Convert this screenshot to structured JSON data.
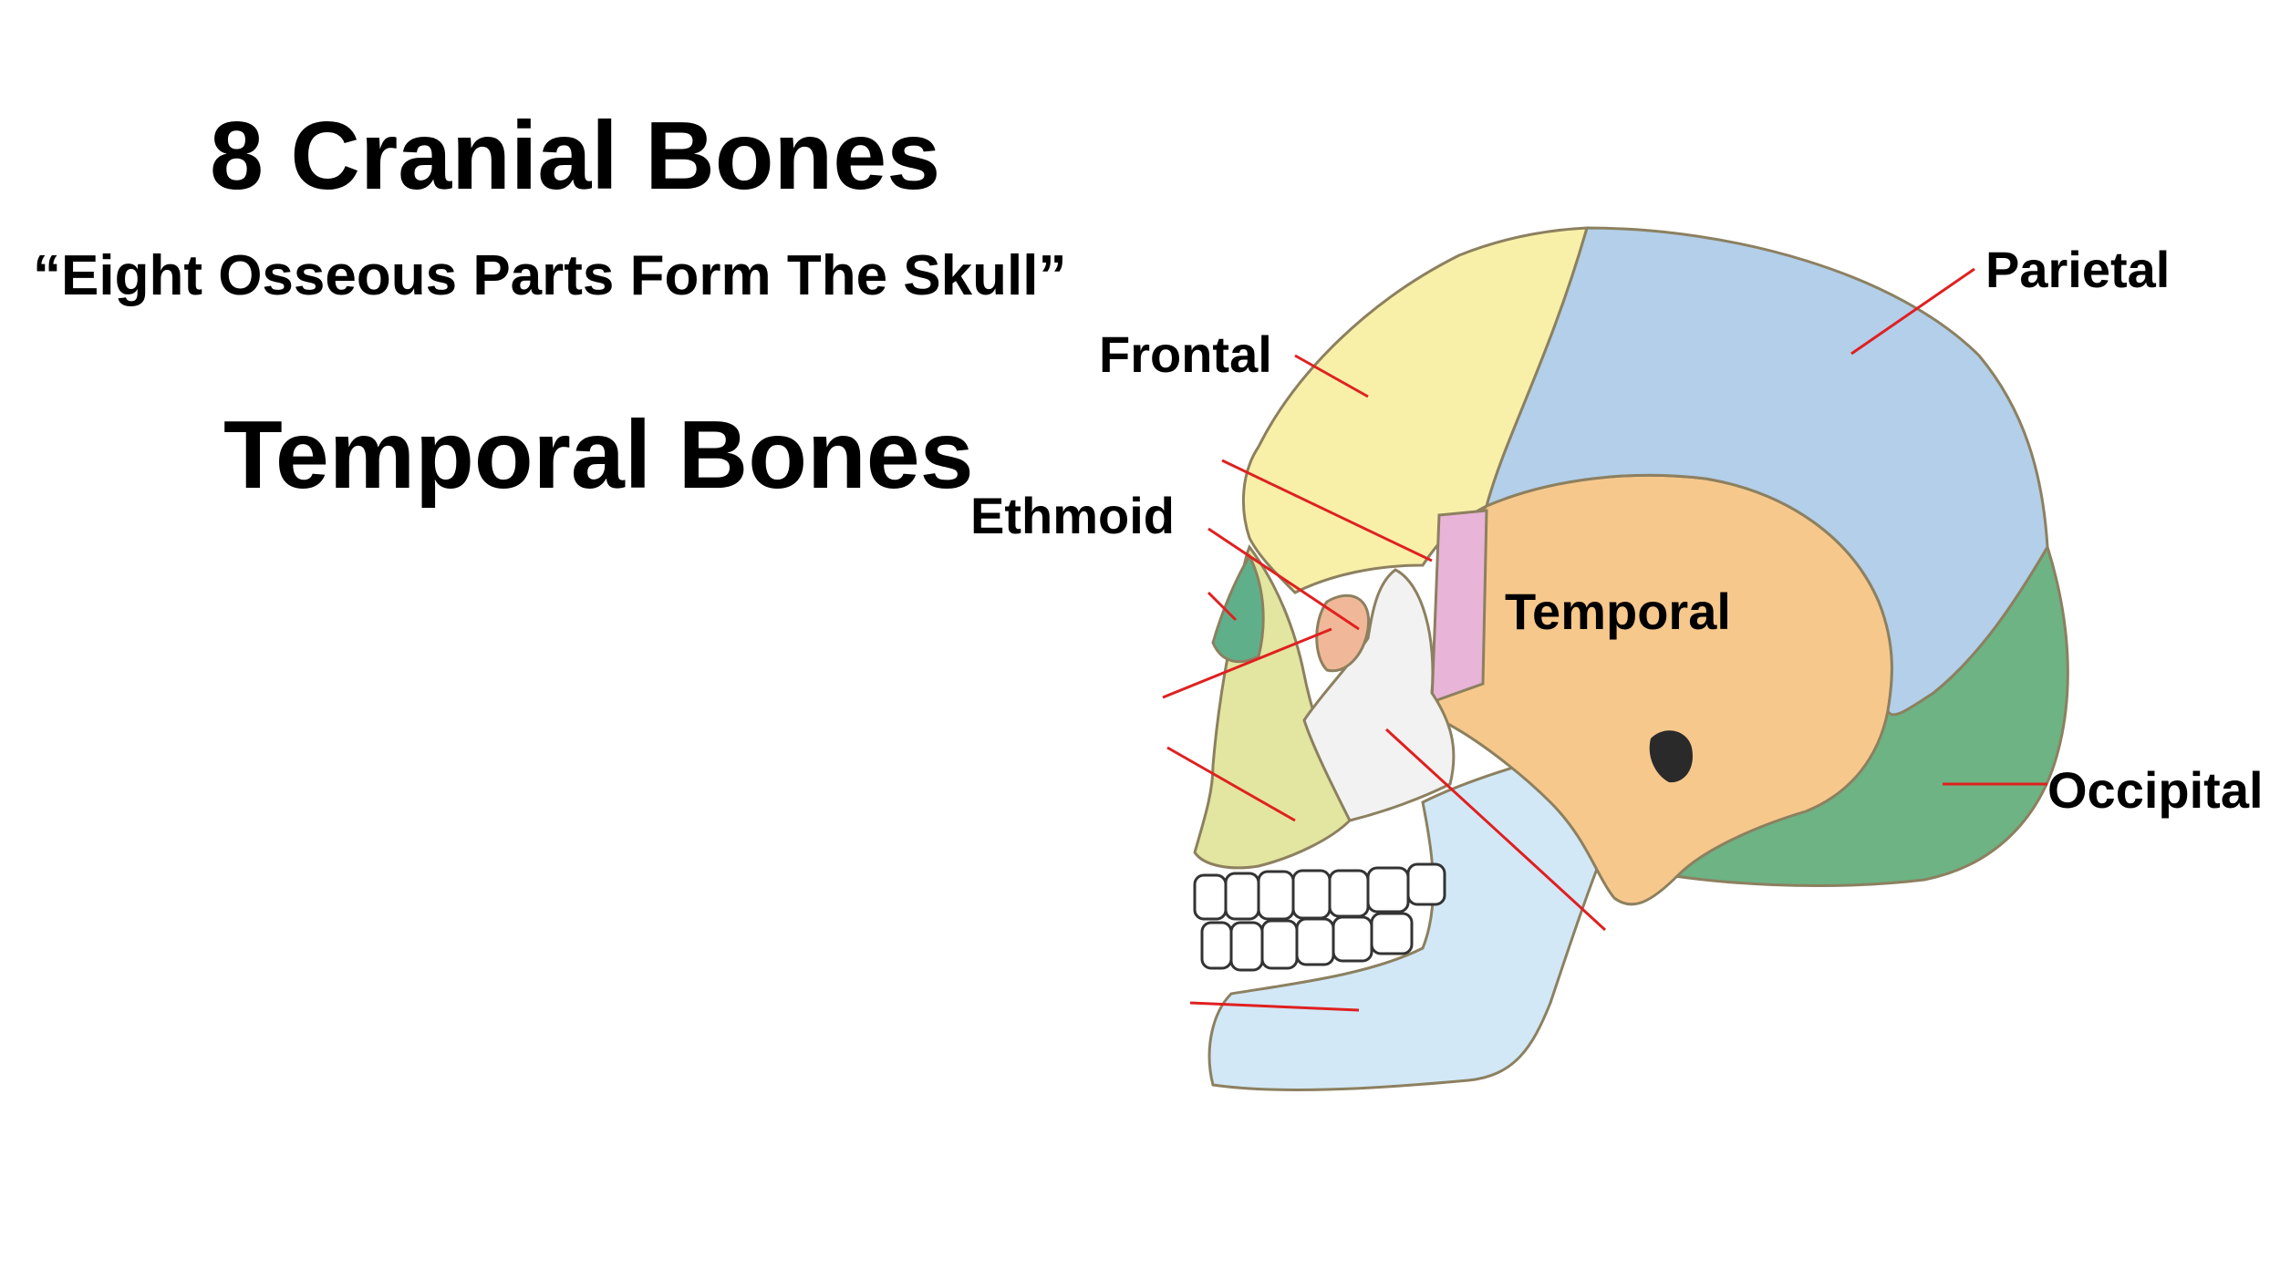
{
  "slide": {
    "title": "8 Cranial Bones",
    "mnemonic": "“Eight Osseous Parts Form The Skull”",
    "subtitle": "Temporal Bones"
  },
  "diagram": {
    "labels": {
      "frontal": "Frontal",
      "parietal": "Parietal",
      "ethmoid": "Ethmoid",
      "temporal": "Temporal",
      "occipital": "Occipital"
    },
    "colors": {
      "frontal": "#f8f0a8",
      "parietal": "#b3cfe9",
      "temporal": "#f7c88c",
      "occipital": "#6db384",
      "sphenoid": "#e8b4d8",
      "mandible": "#d2e8f6",
      "maxilla": "#e2e6a0",
      "zygomatic": "#f2f2f2",
      "nasal": "#5fb08a",
      "leader_line": "#e02020"
    }
  }
}
